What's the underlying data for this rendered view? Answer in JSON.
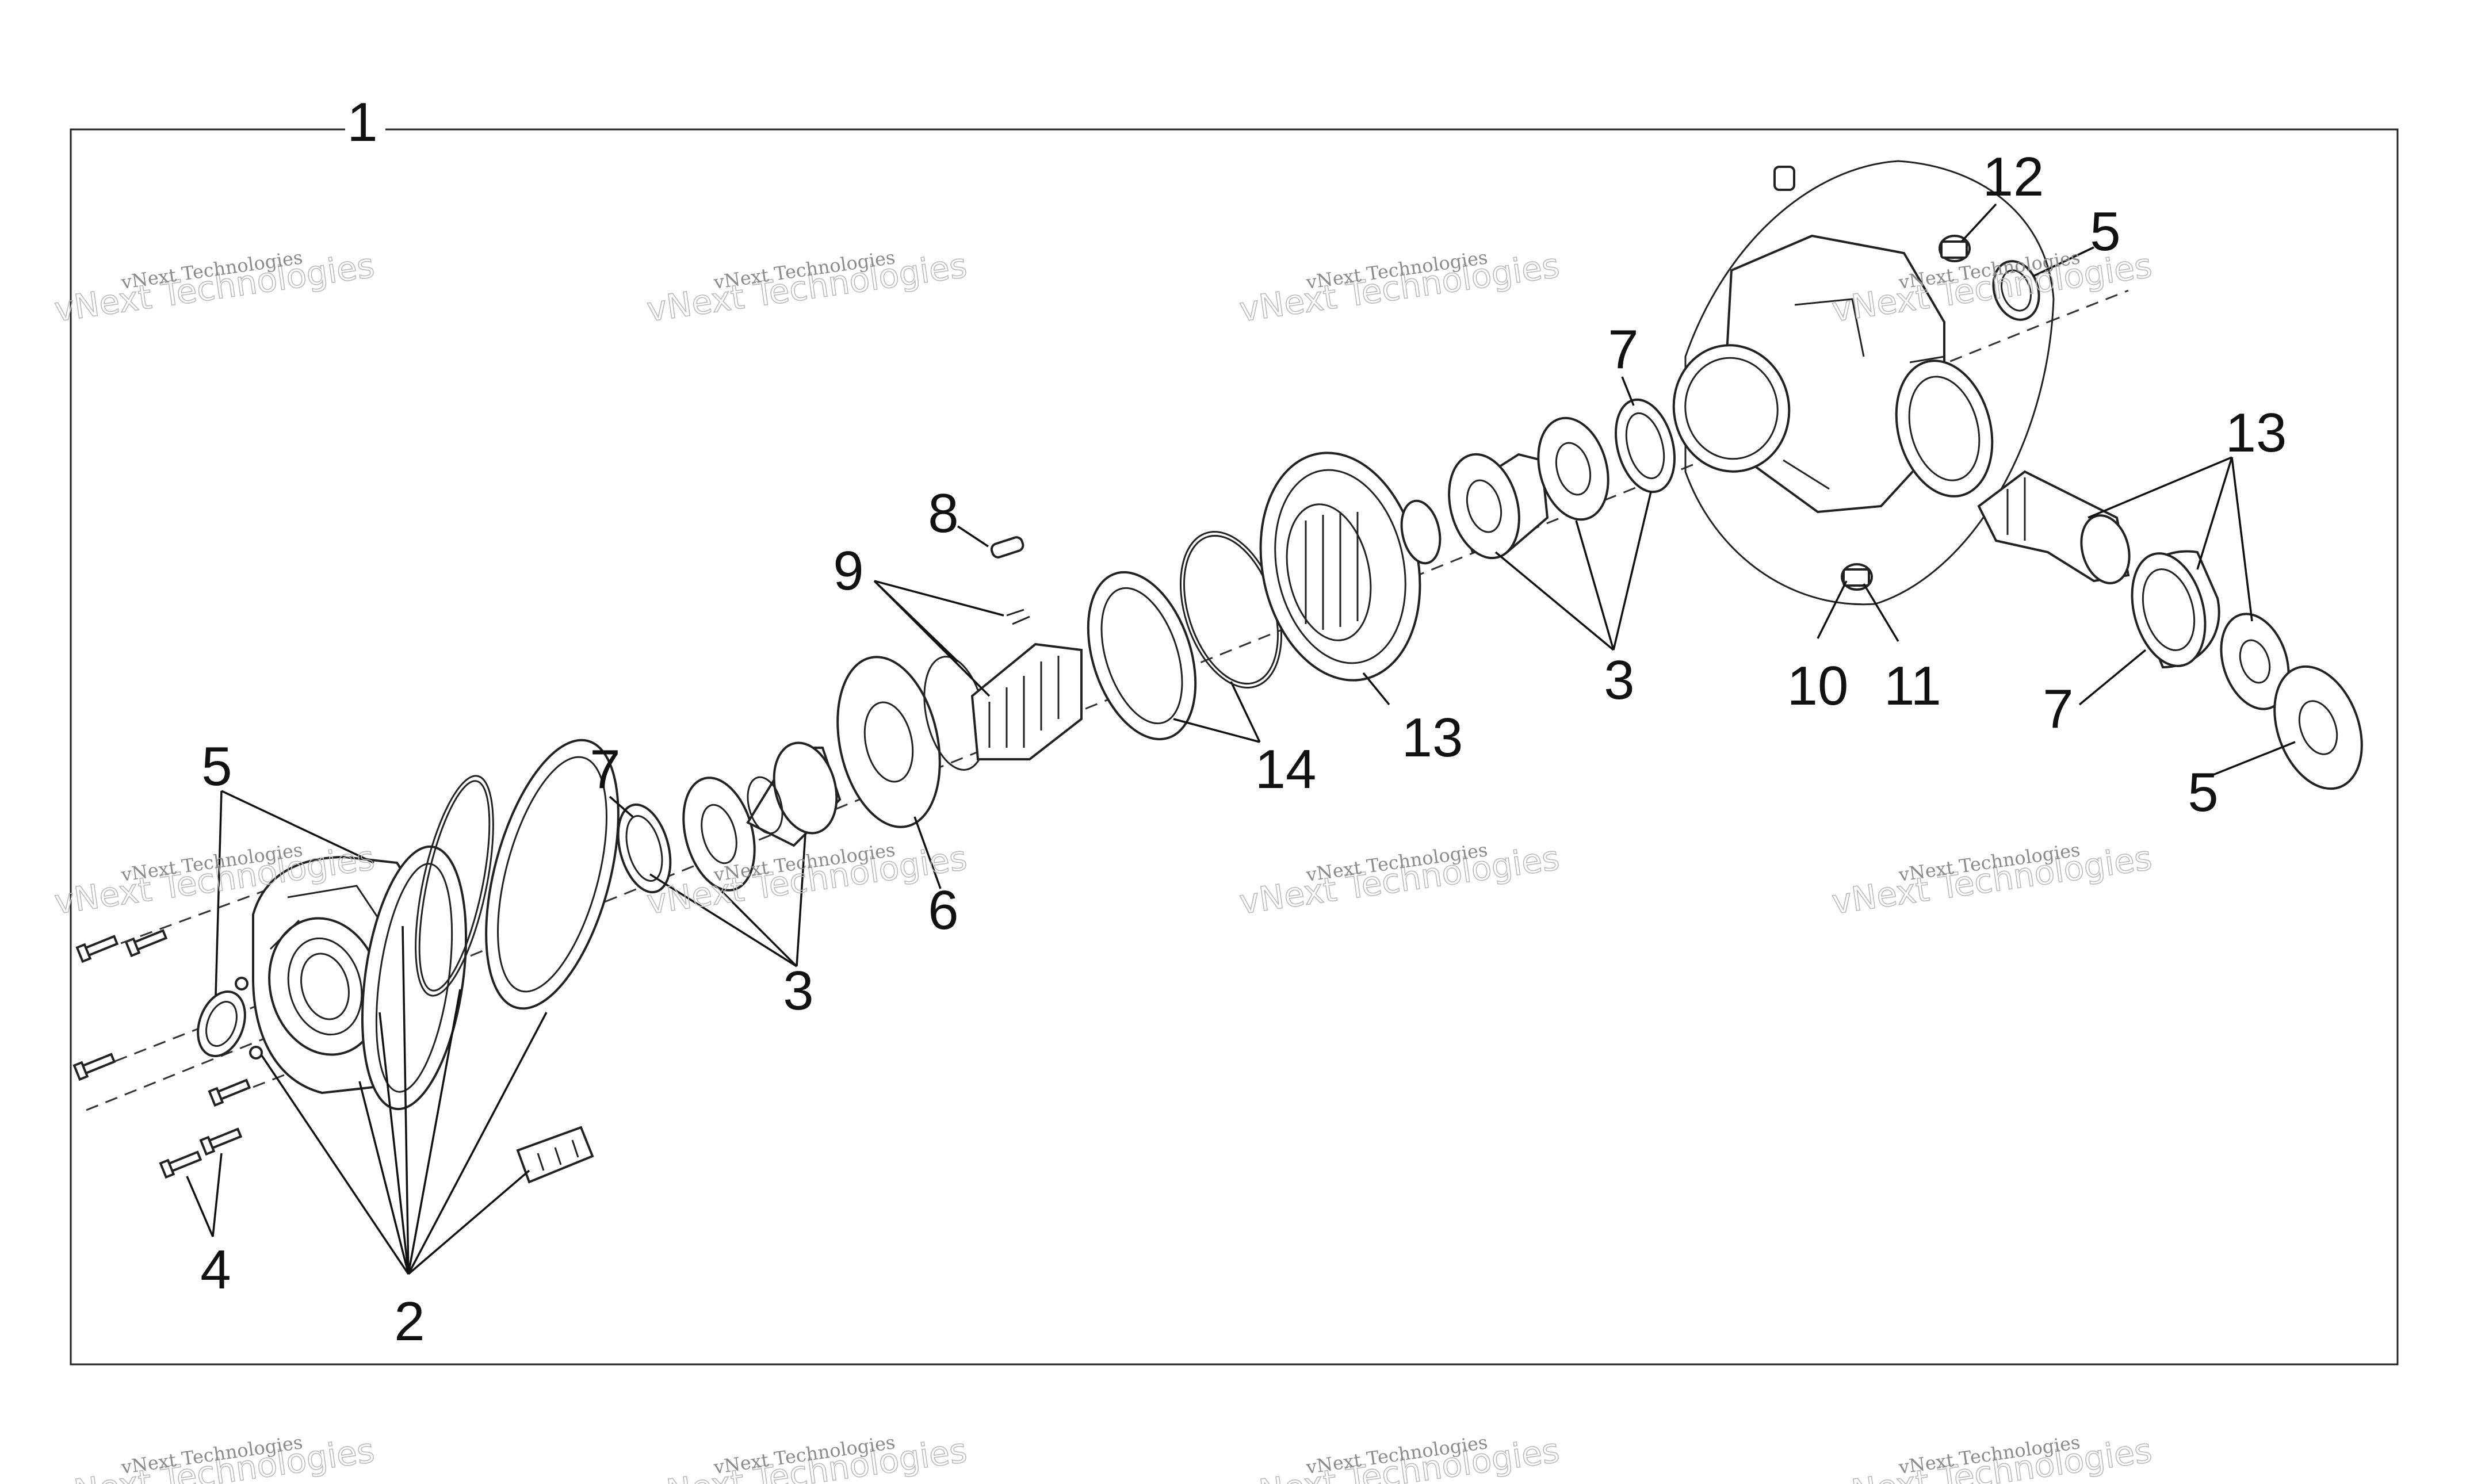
{
  "diagram": {
    "assembly_label": "1",
    "callouts": {
      "c2": "2",
      "c3_left": "3",
      "c3_right": "3",
      "c4": "4",
      "c5_left": "5",
      "c5_top": "5",
      "c5_bottom": "5",
      "c6": "6",
      "c7_left": "7",
      "c7_mid": "7",
      "c7_right": "7",
      "c8": "8",
      "c9": "9",
      "c10": "10",
      "c11": "11",
      "c12": "12",
      "c13_mid": "13",
      "c13_right": "13",
      "c14": "14"
    },
    "watermark": {
      "line1": "vNext Technologies",
      "line2": "vNext Technologies"
    }
  },
  "colors": {
    "line": "#222222",
    "background": "#ffffff",
    "watermark": "#8a8a8a"
  }
}
